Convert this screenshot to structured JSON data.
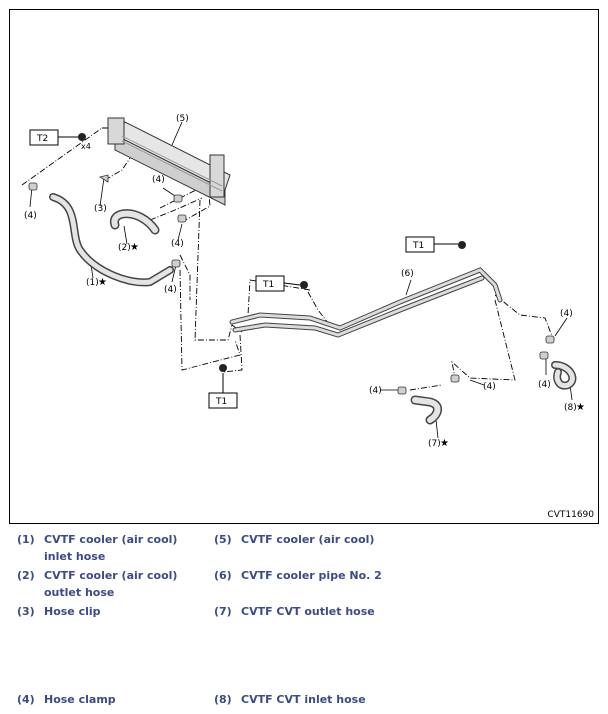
{
  "figure_id": "CVT11690",
  "callouts": {
    "c1": "(1)",
    "c2": "(2)",
    "c3": "(3)",
    "c4": "(4)",
    "c5": "(5)",
    "c6": "(6)",
    "c7": "(7)",
    "c8": "(8)",
    "star": "★",
    "T1": "T1",
    "T2": "T2",
    "x4": "x4"
  },
  "legend": [
    {
      "num": "(1)",
      "text": "CVTF cooler (air cool) inlet hose"
    },
    {
      "num": "(2)",
      "text": "CVTF cooler (air cool) outlet hose"
    },
    {
      "num": "(3)",
      "text": "Hose clip"
    },
    {
      "num": "(4)",
      "text": "Hose clamp"
    },
    {
      "num": "(5)",
      "text": "CVTF cooler (air cool)"
    },
    {
      "num": "(6)",
      "text": "CVTF cooler pipe No. 2"
    },
    {
      "num": "(7)",
      "text": "CVTF CVT outlet hose"
    },
    {
      "num": "(8)",
      "text": "CVTF CVT inlet hose"
    }
  ]
}
